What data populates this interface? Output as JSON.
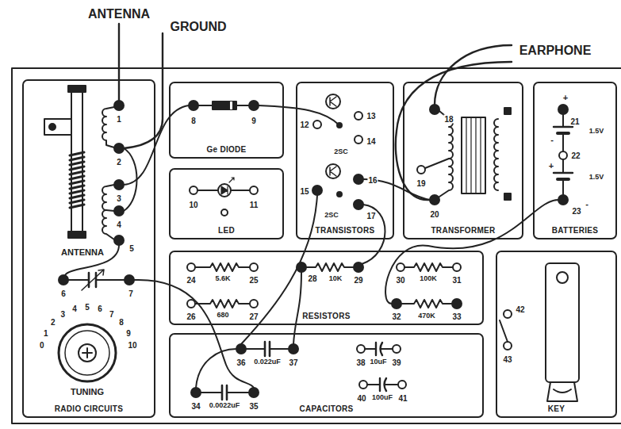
{
  "diagram": {
    "nodes": [
      {
        "text": [
          "RADIO CIRCUITS"
        ]
      },
      {
        "text": [
          "Ge DIODE"
        ]
      },
      {
        "text": [
          "LED"
        ]
      },
      {
        "text": [
          "TRANSISTORS"
        ]
      },
      {
        "text": [
          "TRANSFORMER"
        ]
      },
      {
        "text": [
          "BATTERIES"
        ]
      },
      {
        "text": [
          "RESISTORS"
        ]
      },
      {
        "text": [
          "CAPACITORS"
        ]
      },
      {
        "text": [
          "KEY"
        ]
      }
    ],
    "labels": [
      "ANTENNA",
      "GROUND",
      "EARPHONE",
      "1",
      "2",
      "3",
      "4",
      "5",
      "ANTENNA",
      "6",
      "7",
      "0",
      "1",
      "2",
      "3",
      "4",
      "5",
      "6",
      "7",
      "8",
      "9",
      "10",
      "TUNING",
      "8",
      "9",
      "10",
      "11",
      "12",
      "13",
      "14",
      "2SC",
      "15",
      "16",
      "17",
      "2SC",
      "18",
      "19",
      "20",
      "+",
      "21",
      "1.5V",
      "-",
      "22",
      "+",
      "1.5V",
      "23",
      "-",
      "24",
      "5.6K",
      "25",
      "26",
      "680",
      "27",
      "28",
      "10K",
      "29",
      "30",
      "100K",
      "31",
      "32",
      "470K",
      "33",
      "34",
      "0.0022uF",
      "35",
      "36",
      "0.022uF",
      "37",
      "38",
      "10uF",
      "39",
      "40",
      "100uF",
      "41",
      "42",
      "43"
    ]
  }
}
